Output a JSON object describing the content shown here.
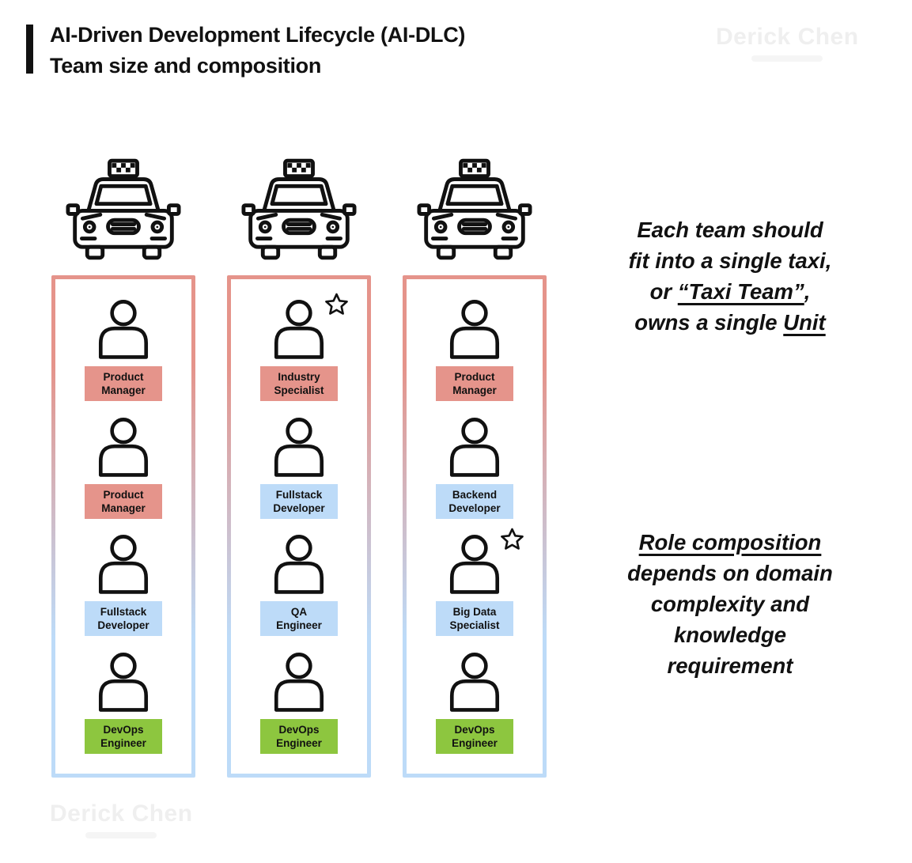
{
  "header": {
    "title_line1": "AI-Driven Development Lifecycle (AI-DLC)",
    "title_line2": "Team size and composition"
  },
  "watermarks": {
    "top_right": "Derick Chen",
    "bottom_left": "Derick Chen"
  },
  "colors": {
    "salmon": "#E5948B",
    "blue": "#BDDBF8",
    "green": "#8DC63F",
    "outline": "#111111",
    "background": "#FFFFFF"
  },
  "icons": {
    "taxi": "taxi-icon",
    "person": "person-icon",
    "star": "star-icon"
  },
  "teams": [
    {
      "roles": [
        {
          "line1": "Product",
          "line2": "Manager",
          "color": "salmon",
          "star": false
        },
        {
          "line1": "Product",
          "line2": "Manager",
          "color": "salmon",
          "star": false
        },
        {
          "line1": "Fullstack",
          "line2": "Developer",
          "color": "blue",
          "star": false
        },
        {
          "line1": "DevOps",
          "line2": "Engineer",
          "color": "green",
          "star": false
        }
      ]
    },
    {
      "roles": [
        {
          "line1": "Industry",
          "line2": "Specialist",
          "color": "salmon",
          "star": true
        },
        {
          "line1": "Fullstack",
          "line2": "Developer",
          "color": "blue",
          "star": false
        },
        {
          "line1": "QA",
          "line2": "Engineer",
          "color": "blue",
          "star": false
        },
        {
          "line1": "DevOps",
          "line2": "Engineer",
          "color": "green",
          "star": false
        }
      ]
    },
    {
      "roles": [
        {
          "line1": "Product",
          "line2": "Manager",
          "color": "salmon",
          "star": false
        },
        {
          "line1": "Backend",
          "line2": "Developer",
          "color": "blue",
          "star": false
        },
        {
          "line1": "Big Data",
          "line2": "Specialist",
          "color": "blue",
          "star": true
        },
        {
          "line1": "DevOps",
          "line2": "Engineer",
          "color": "green",
          "star": false
        }
      ]
    }
  ],
  "annotations": {
    "top": {
      "line1": "Each team should",
      "line2": "fit into a single taxi,",
      "line3_pre": "or ",
      "line3_underlined": "“Taxi Team”",
      "line3_post": ",",
      "line4_pre": "owns a single ",
      "line4_underlined": "Unit"
    },
    "bottom": {
      "line1_underlined": "Role composition",
      "line2": "depends on domain",
      "line3": "complexity and",
      "line4": "knowledge",
      "line5": "requirement"
    }
  }
}
